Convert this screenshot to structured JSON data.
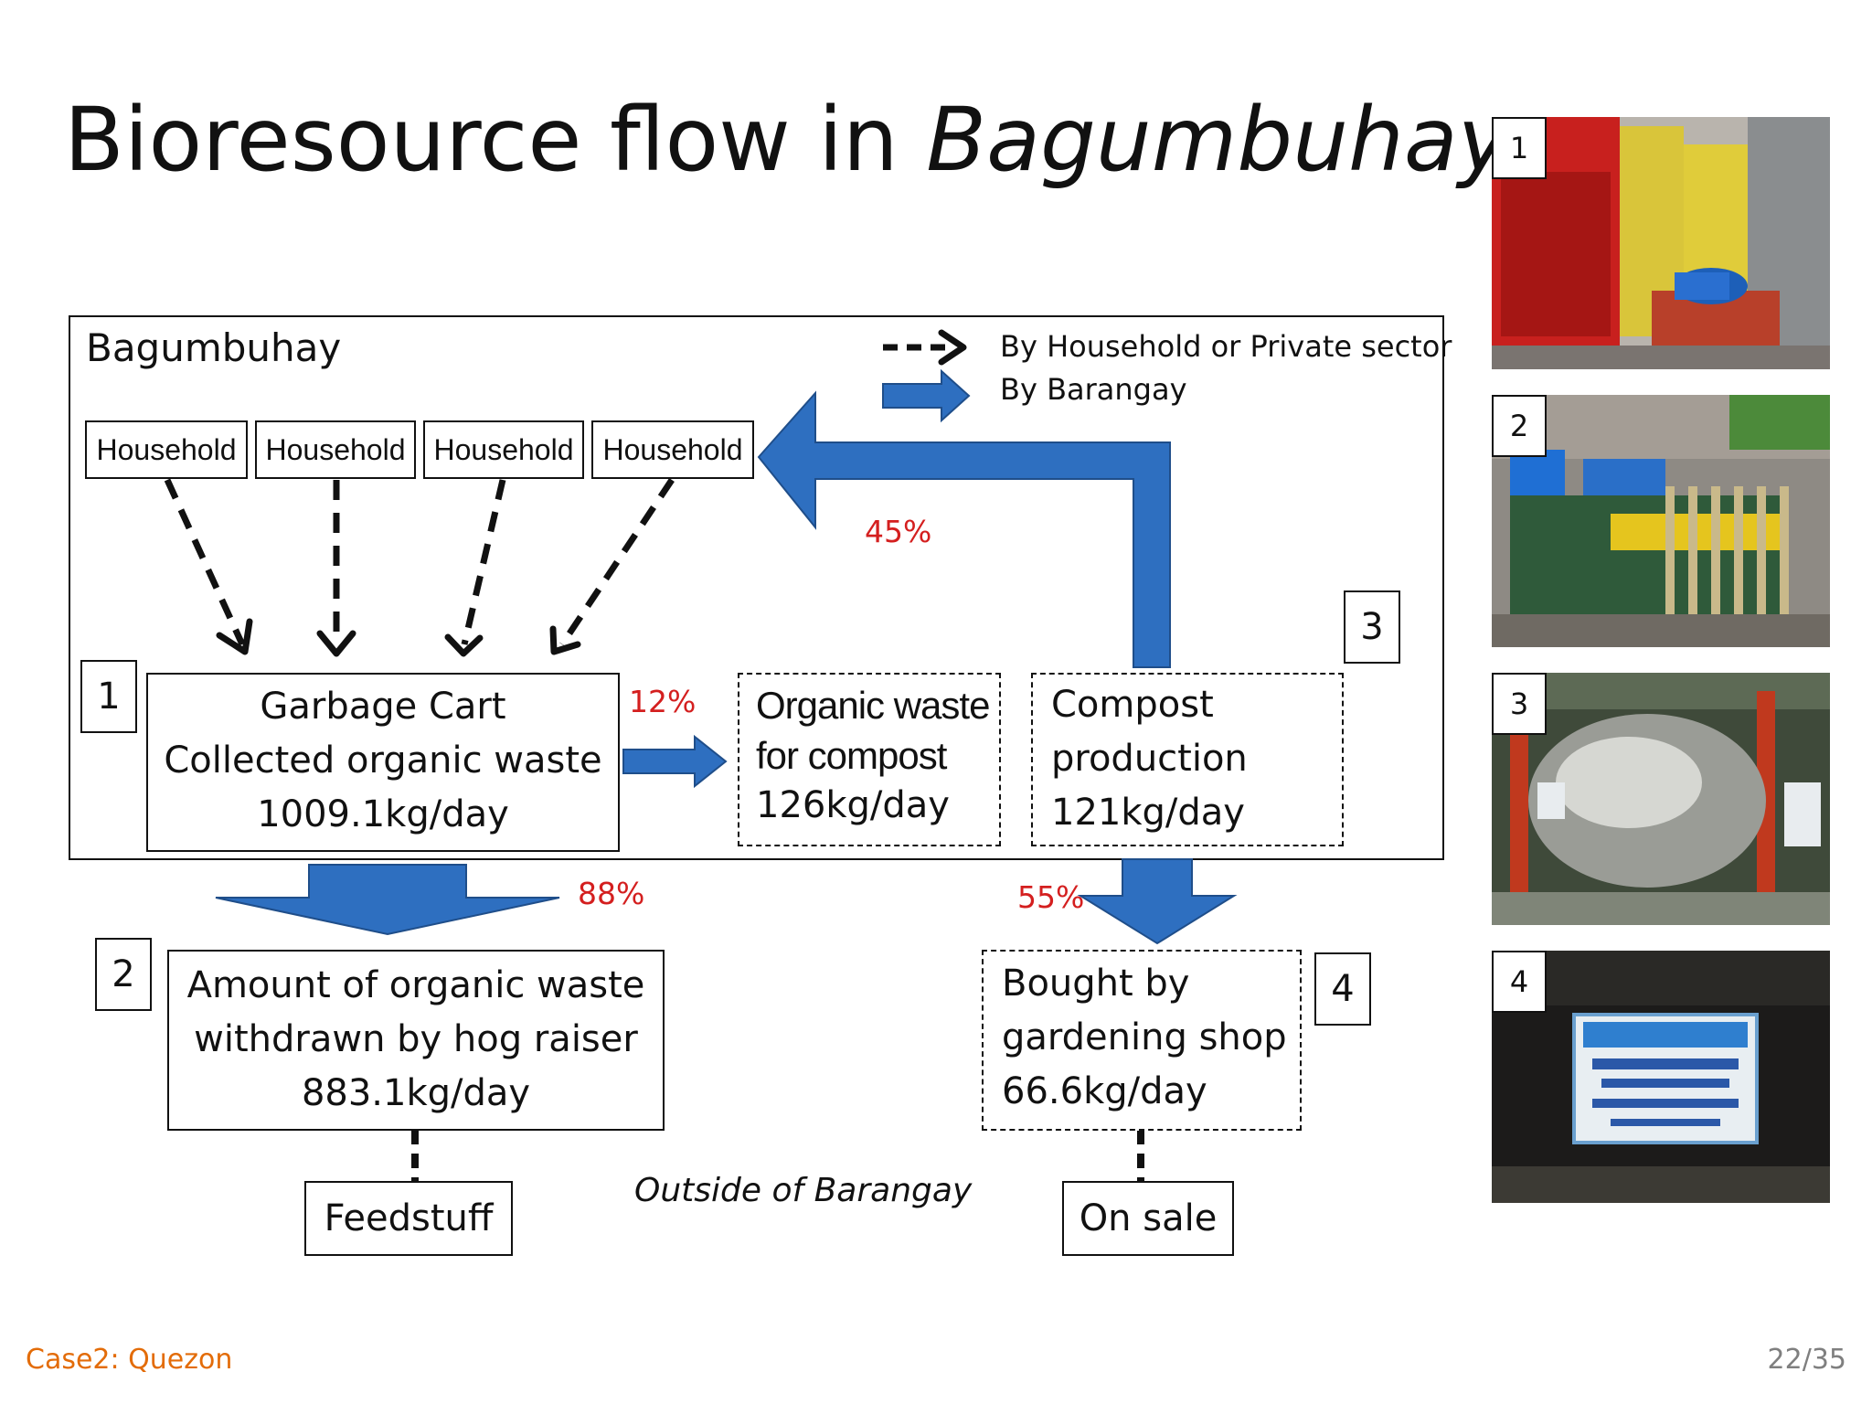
{
  "slide": {
    "title_plain": "Bioresource flow in ",
    "title_italic": "Bagumbuhay",
    "footer_case": "Case2: Quezon",
    "page_number": "22/35"
  },
  "diagram": {
    "region_label": "Bagumbuhay",
    "legend": {
      "household_label": "By Household or Private sector",
      "barangay_label": "By Barangay"
    },
    "households": [
      "Household",
      "Household",
      "Household",
      "Household"
    ],
    "garbage_cart": {
      "number": "1",
      "line1": "Garbage Cart",
      "line2": "Collected organic waste",
      "line3": "1009.1kg/day"
    },
    "organic_compost": {
      "line1": "Organic waste",
      "line2": "for compost",
      "line3": "126kg/day"
    },
    "compost_production": {
      "number": "3",
      "line1": "Compost",
      "line2": "production",
      "line3": "121kg/day"
    },
    "hog_raiser": {
      "number": "2",
      "line1": "Amount of organic waste",
      "line2": "withdrawn by hog raiser",
      "line3": "883.1kg/day"
    },
    "gardening_shop": {
      "number": "4",
      "line1": "Bought by",
      "line2": "gardening shop",
      "line3": "66.6kg/day"
    },
    "feedstuff": "Feedstuff",
    "on_sale": "On sale",
    "outside_label": "Outside of Barangay",
    "percentages": {
      "return_to_households": "45%",
      "to_compost": "12%",
      "to_hog_raiser": "88%",
      "to_gardening_shop": "55%"
    },
    "colors": {
      "barangay_arrow": "#2e6fc0",
      "percent_text": "#d41f1f",
      "footer_case": "#e36c09"
    }
  },
  "photos": [
    {
      "number": "1",
      "icon": "garbage-cart-photo"
    },
    {
      "number": "2",
      "icon": "collection-pen-photo"
    },
    {
      "number": "3",
      "icon": "compost-drum-photo"
    },
    {
      "number": "4",
      "icon": "garden-shop-sign-photo"
    }
  ]
}
